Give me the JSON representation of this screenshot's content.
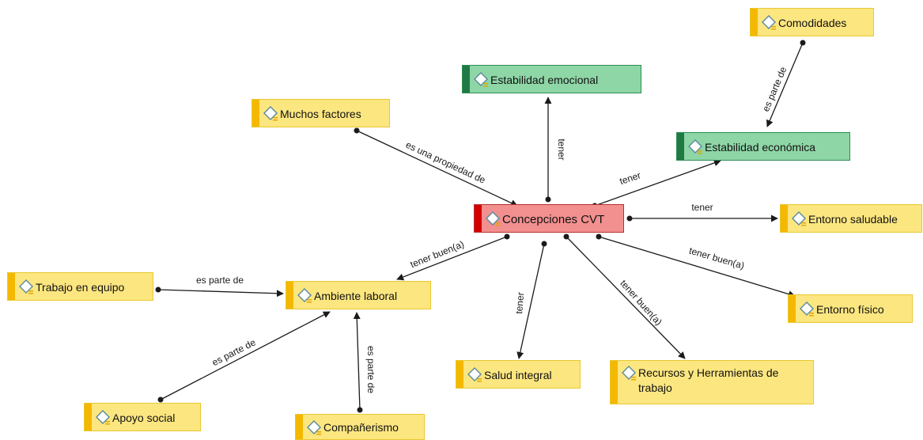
{
  "icon_name": "code-diamond-icon",
  "colors": {
    "quote_fill": "#fce680",
    "quote_bar": "#f5b800",
    "green_fill": "#8ed6a6",
    "green_bar": "#1f7a45",
    "core_fill": "#f28f8f",
    "core_bar": "#d40000",
    "edge": "#1a1a1a"
  },
  "nodes": [
    {
      "id": "comodidades",
      "label": "Comodidades",
      "style": "quote"
    },
    {
      "id": "estabilidad_emocional",
      "label": "Estabilidad emocional",
      "style": "green"
    },
    {
      "id": "muchos_factores",
      "label": "Muchos factores",
      "style": "quote"
    },
    {
      "id": "estabilidad_economica",
      "label": "Estabilidad económica",
      "style": "green"
    },
    {
      "id": "concepciones_cvt",
      "label": "Concepciones CVT",
      "style": "core"
    },
    {
      "id": "entorno_saludable",
      "label": "Entorno saludable",
      "style": "quote"
    },
    {
      "id": "trabajo_en_equipo",
      "label": "Trabajo en equipo",
      "style": "quote"
    },
    {
      "id": "ambiente_laboral",
      "label": "Ambiente laboral",
      "style": "quote"
    },
    {
      "id": "entorno_fisico",
      "label": "Entorno físico",
      "style": "quote"
    },
    {
      "id": "salud_integral",
      "label": "Salud integral",
      "style": "quote"
    },
    {
      "id": "recursos_herramientas",
      "label": "Recursos y Herramientas de trabajo",
      "style": "quote"
    },
    {
      "id": "apoyo_social",
      "label": "Apoyo social",
      "style": "quote"
    },
    {
      "id": "companerismo",
      "label": "Compañerismo",
      "style": "quote"
    }
  ],
  "edges": [
    {
      "id": "e_comodidades",
      "from": "comodidades",
      "to": "estabilidad_economica",
      "label": "es parte de"
    },
    {
      "id": "e_muchos",
      "from": "muchos_factores",
      "to": "concepciones_cvt",
      "label": "es una propiedad de"
    },
    {
      "id": "e_emocional",
      "from": "concepciones_cvt",
      "to": "estabilidad_emocional",
      "label": "tener"
    },
    {
      "id": "e_economica",
      "from": "concepciones_cvt",
      "to": "estabilidad_economica",
      "label": "tener"
    },
    {
      "id": "e_saludable",
      "from": "concepciones_cvt",
      "to": "entorno_saludable",
      "label": "tener"
    },
    {
      "id": "e_fisico",
      "from": "concepciones_cvt",
      "to": "entorno_fisico",
      "label": "tener buen(a)"
    },
    {
      "id": "e_recursos",
      "from": "concepciones_cvt",
      "to": "recursos_herramientas",
      "label": "tener buen(a)"
    },
    {
      "id": "e_salud",
      "from": "concepciones_cvt",
      "to": "salud_integral",
      "label": "tener"
    },
    {
      "id": "e_ambiente",
      "from": "concepciones_cvt",
      "to": "ambiente_laboral",
      "label": "tener buen(a)"
    },
    {
      "id": "e_trabajo",
      "from": "trabajo_en_equipo",
      "to": "ambiente_laboral",
      "label": "es parte de"
    },
    {
      "id": "e_apoyo",
      "from": "apoyo_social",
      "to": "ambiente_laboral",
      "label": "es parte de"
    },
    {
      "id": "e_companerismo",
      "from": "companerismo",
      "to": "ambiente_laboral",
      "label": "es parte de"
    }
  ]
}
